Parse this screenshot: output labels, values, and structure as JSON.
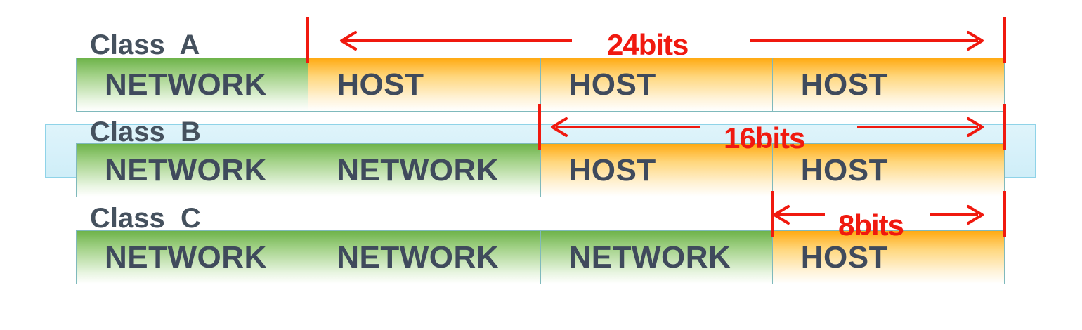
{
  "rows": [
    {
      "label": "Class  A",
      "cells": [
        "NETWORK",
        "HOST",
        "HOST",
        "HOST"
      ],
      "bits": "24bits"
    },
    {
      "label": "Class  B",
      "cells": [
        "NETWORK",
        "NETWORK",
        "HOST",
        "HOST"
      ],
      "bits": "16bits"
    },
    {
      "label": "Class  C",
      "cells": [
        "NETWORK",
        "NETWORK",
        "NETWORK",
        "HOST"
      ],
      "bits": "8bits"
    }
  ],
  "colors": {
    "network": "#6eb34a",
    "host": "#ffaa12",
    "arrow": "#f0190f",
    "text": "#3f4a5c",
    "band": "#cfeef8"
  }
}
